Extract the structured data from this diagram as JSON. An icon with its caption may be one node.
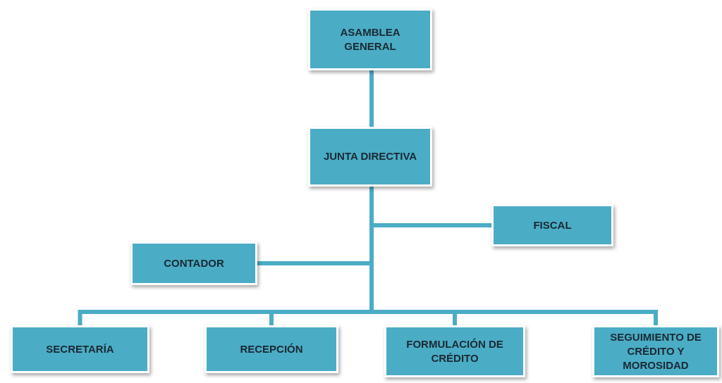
{
  "diagram": {
    "nodes": [
      {
        "text": [
          "ASAMBLEA GENERAL"
        ]
      },
      {
        "text": [
          "JUNTA DIRECTIVA"
        ]
      },
      {
        "text": [
          "FISCAL"
        ]
      },
      {
        "text": [
          "CONTADOR"
        ]
      },
      {
        "text": [
          "SECRETARÍA"
        ]
      },
      {
        "text": [
          "RECEPCIÓN"
        ]
      },
      {
        "text": [
          "FORMULACIÓN DE CRÉDITO"
        ]
      },
      {
        "text": [
          "SEGUIMIENTO DE CRÉDITO Y MOROSIDAD"
        ]
      }
    ],
    "edges": [
      {
        "from": 0,
        "to": 1,
        "arrow": "none"
      },
      {
        "from": 1,
        "to": 2,
        "arrow": "none"
      },
      {
        "from": 1,
        "to": 3,
        "arrow": "none"
      },
      {
        "from": 1,
        "to": 4,
        "arrow": "none"
      },
      {
        "from": 1,
        "to": 5,
        "arrow": "none"
      },
      {
        "from": 1,
        "to": 6,
        "arrow": "none"
      },
      {
        "from": 1,
        "to": 7,
        "arrow": "none"
      }
    ]
  }
}
